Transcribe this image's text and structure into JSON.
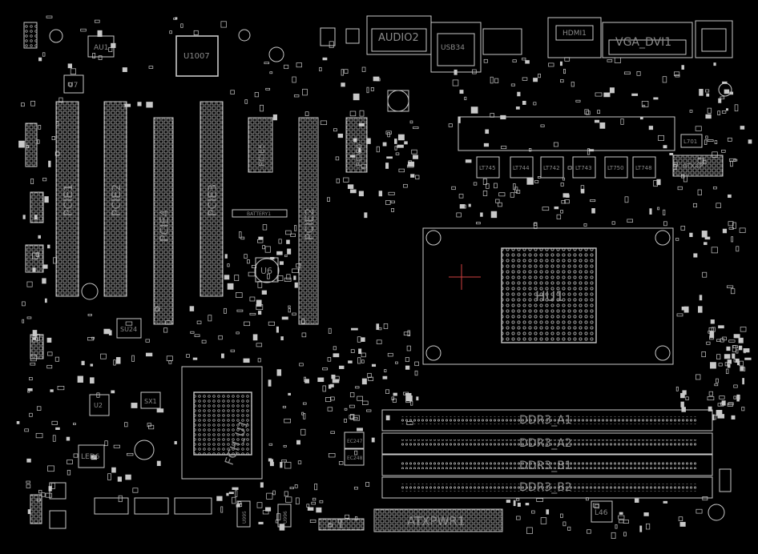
{
  "viewer": {
    "background": "#000000",
    "outline_color": "#c8c8c8",
    "silk_color": "#8a8a8a",
    "marker_color": "#d04040"
  },
  "labels": {
    "au1": "AU1",
    "u7": "U7",
    "u1007": "U1007",
    "audio2": "AUDIO2",
    "lan_usb": "USB34",
    "usb_hdmi": "HDMI1",
    "vga_dvi": "VGA_DVI1",
    "pcie4": "PCIE4",
    "pcie1": "PCIE1",
    "pcie2": "PCIE2",
    "pcie3": "PCIE3",
    "pcie5": "PCIE5",
    "pcie6": "PCIE6",
    "battery": "BATTERY1",
    "u6": "U6",
    "lt745": "LT745",
    "lt744": "LT744",
    "lt742": "LT742",
    "lt743": "LT743",
    "lt750": "LT750",
    "lt748": "LT748",
    "l701": "L701",
    "atx4p": "ATX4P",
    "hu1": "HU1",
    "su24": "SU24",
    "sx1": "SX1",
    "led6": "LED6",
    "pch": "FCH_U1",
    "ddr3_a1": "DDR3_A1",
    "ddr3_a2": "DDR3_A2",
    "ddr3_b1": "DDR3_B1",
    "ddr3_b2": "DDR3_B2",
    "atxpwr1": "ATXPWR1",
    "l46": "L46",
    "u2": "U2",
    "ec247": "EC247",
    "ec248": "EC248",
    "u995": "U995",
    "u996": "U996"
  }
}
